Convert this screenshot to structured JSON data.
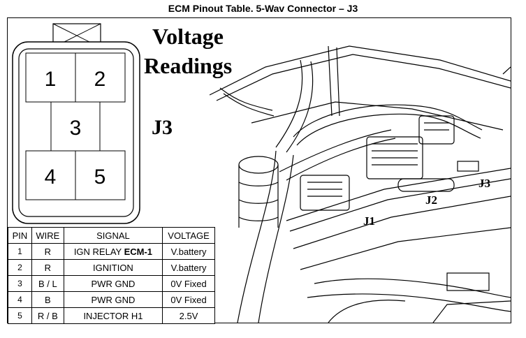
{
  "title": "ECM Pinout Table. 5-Wav Connector – J3",
  "heading": {
    "line1": "Voltage",
    "line2": "Readings",
    "connector_label": "J3"
  },
  "connector_pins": [
    "1",
    "2",
    "3",
    "4",
    "5"
  ],
  "photo_labels": {
    "j1": "J1",
    "j2": "J2",
    "j3": "J3"
  },
  "table": {
    "headers": {
      "pin": "PIN",
      "wire": "WIRE",
      "signal": "SIGNAL",
      "voltage": "VOLTAGE"
    },
    "rows": [
      {
        "pin": "1",
        "wire": "R",
        "signal": "IGN RELAY",
        "signal_extra": "ECM-1",
        "voltage": "V.battery"
      },
      {
        "pin": "2",
        "wire": "R",
        "signal": "IGNITION",
        "voltage": "V.battery"
      },
      {
        "pin": "3",
        "wire": "B / L",
        "signal": "PWR GND",
        "voltage": "0V Fixed"
      },
      {
        "pin": "4",
        "wire": "B",
        "signal": "PWR GND",
        "voltage": "0V Fixed"
      },
      {
        "pin": "5",
        "wire": "R / B",
        "signal": "INJECTOR H1",
        "voltage": "2.5V"
      }
    ]
  }
}
